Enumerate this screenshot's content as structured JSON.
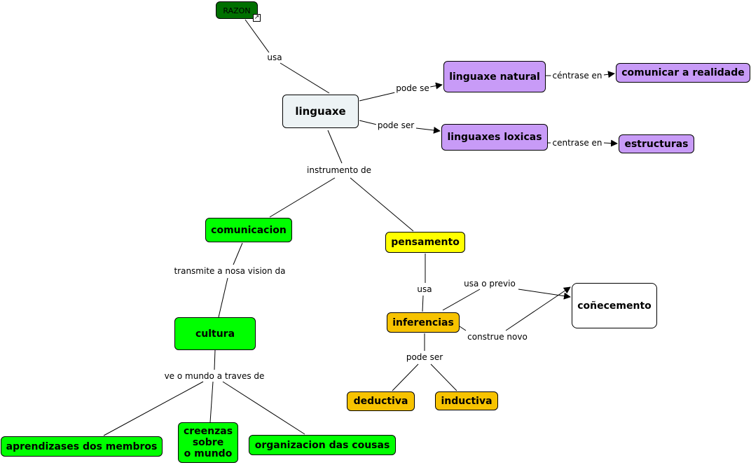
{
  "colors": {
    "razon": "#007000",
    "center": "#edf3f5",
    "purple": "#c89bf7",
    "green": "#00ff00",
    "yellow": "#ffff00",
    "orange": "#f7c300",
    "white": "#ffffff"
  },
  "nodes": {
    "razon": "RAZON",
    "linguaxe": "linguaxe",
    "linguaxe_natural": "linguaxe natural",
    "comunicar_realidade": "comunicar a realidade",
    "linguaxes_loxicas": "linguaxes loxicas",
    "estructuras": "estructuras",
    "comunicacion": "comunicacion",
    "pensamento": "pensamento",
    "cultura": "cultura",
    "inferencias": "inferencias",
    "conecemento": "coñecemento",
    "deductiva": "deductiva",
    "inductiva": "inductiva",
    "aprendizases": "aprendizases dos membros",
    "creenzas": "creenzas\nsobre\no mundo",
    "organizacion": "organizacion das cousas"
  },
  "links": {
    "usa_razon": "usa",
    "pode_se": "pode se",
    "pode_ser_loxicas": "pode ser",
    "centrase_en_natural": "céntrase en",
    "centrase_en_loxicas": "centrase en",
    "instrumento_de": "instrumento de",
    "transmite": "transmite a nosa vision da",
    "usa_pensamento": "usa",
    "usa_o_previo": "usa o previo",
    "construe_novo": "construe novo",
    "pode_ser_inferencias": "pode ser",
    "ve_o_mundo": "ve o mundo a traves de"
  },
  "icons": {
    "razon_shortcut": "shortcut-arrow-icon"
  }
}
